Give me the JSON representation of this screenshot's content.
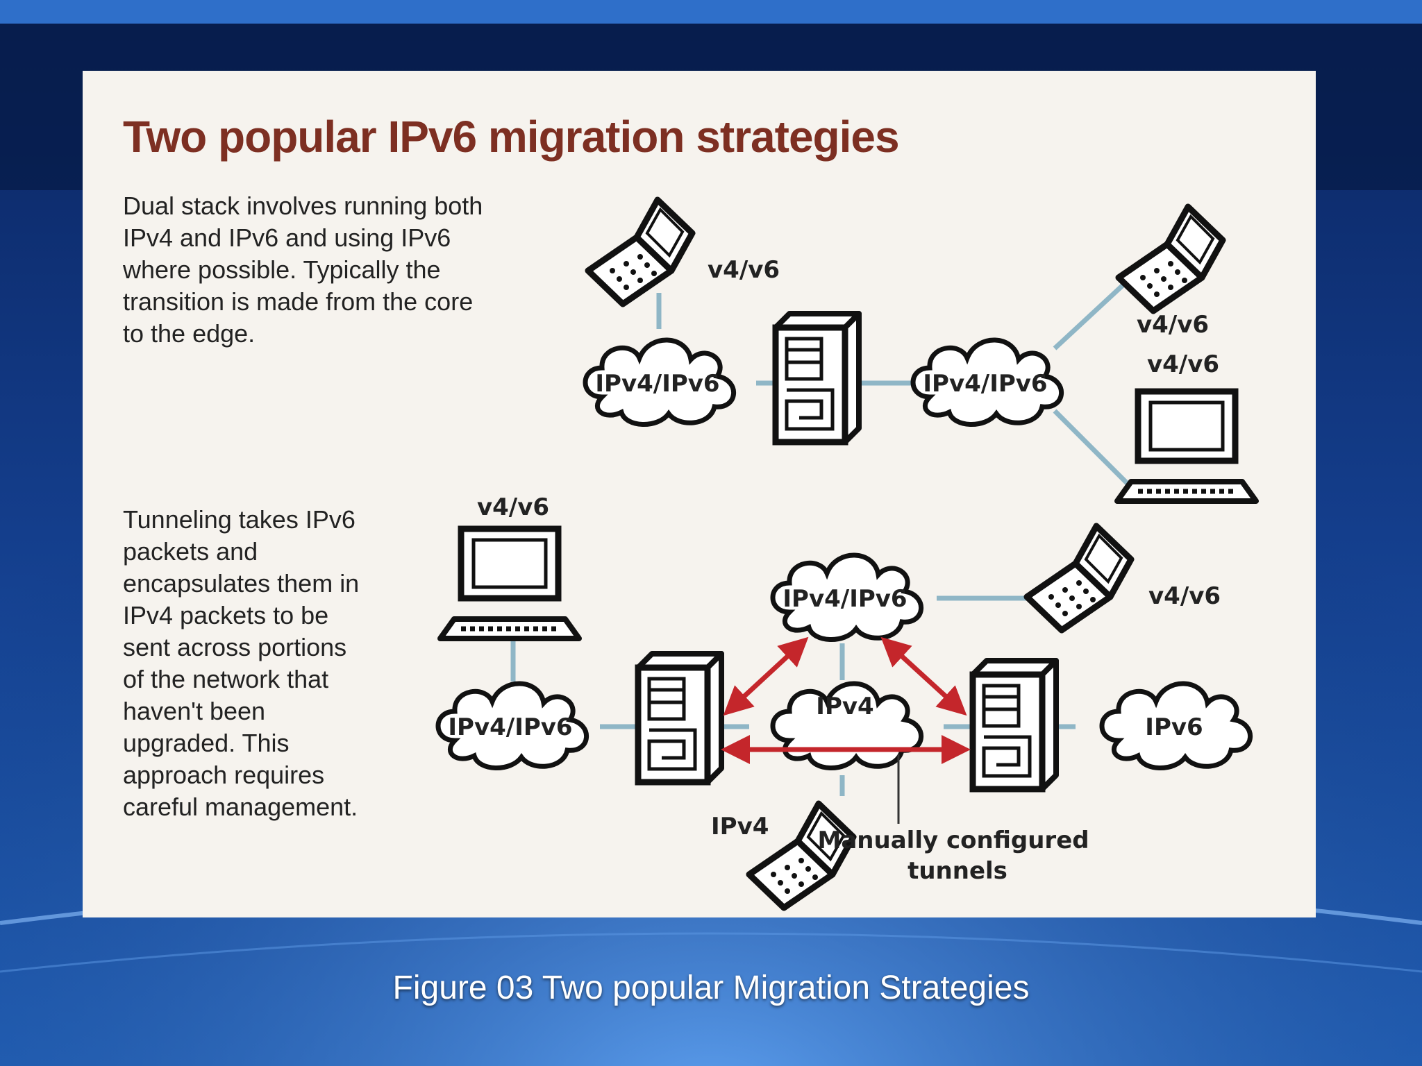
{
  "slide": {
    "caption": "Figure 03 Two popular Migration Strategies"
  },
  "figure": {
    "title": "Two popular IPv6 migration strategies",
    "dual_stack_text": "Dual stack involves running both\nIPv4 and IPv6 and using IPv6\nwhere possible. Typically the\ntransition is made from the core\nto the edge.",
    "tunneling_text": "Tunneling takes IPv6\npackets and\nencapsulates them in\nIPv4 packets to be\nsent across portions\nof the network that\nhaven't been\nupgraded. This\napproach requires\ncareful management.",
    "dual_stack_diagram": {
      "labels": {
        "laptop_left": "v4/v6",
        "cloud_left": "IPv4/IPv6",
        "cloud_right": "IPv4/IPv6",
        "laptop_right": "v4/v6",
        "desktop_right": "v4/v6"
      }
    },
    "tunneling_diagram": {
      "labels": {
        "desktop": "v4/v6",
        "cloud_left": "IPv4/IPv6",
        "cloud_top": "IPv4/IPv6",
        "cloud_center": "IPv4",
        "cloud_right": "IPv6",
        "laptop_right": "v4/v6",
        "laptop_bottom": "IPv4",
        "tunnels": "Manually configured",
        "tunnels_line2": "tunnels"
      }
    },
    "colors": {
      "title": "#7d2f22",
      "link": "#8fb6c6",
      "tunnel_arrow": "#c4262b",
      "panel": "#f6f3ee"
    }
  }
}
